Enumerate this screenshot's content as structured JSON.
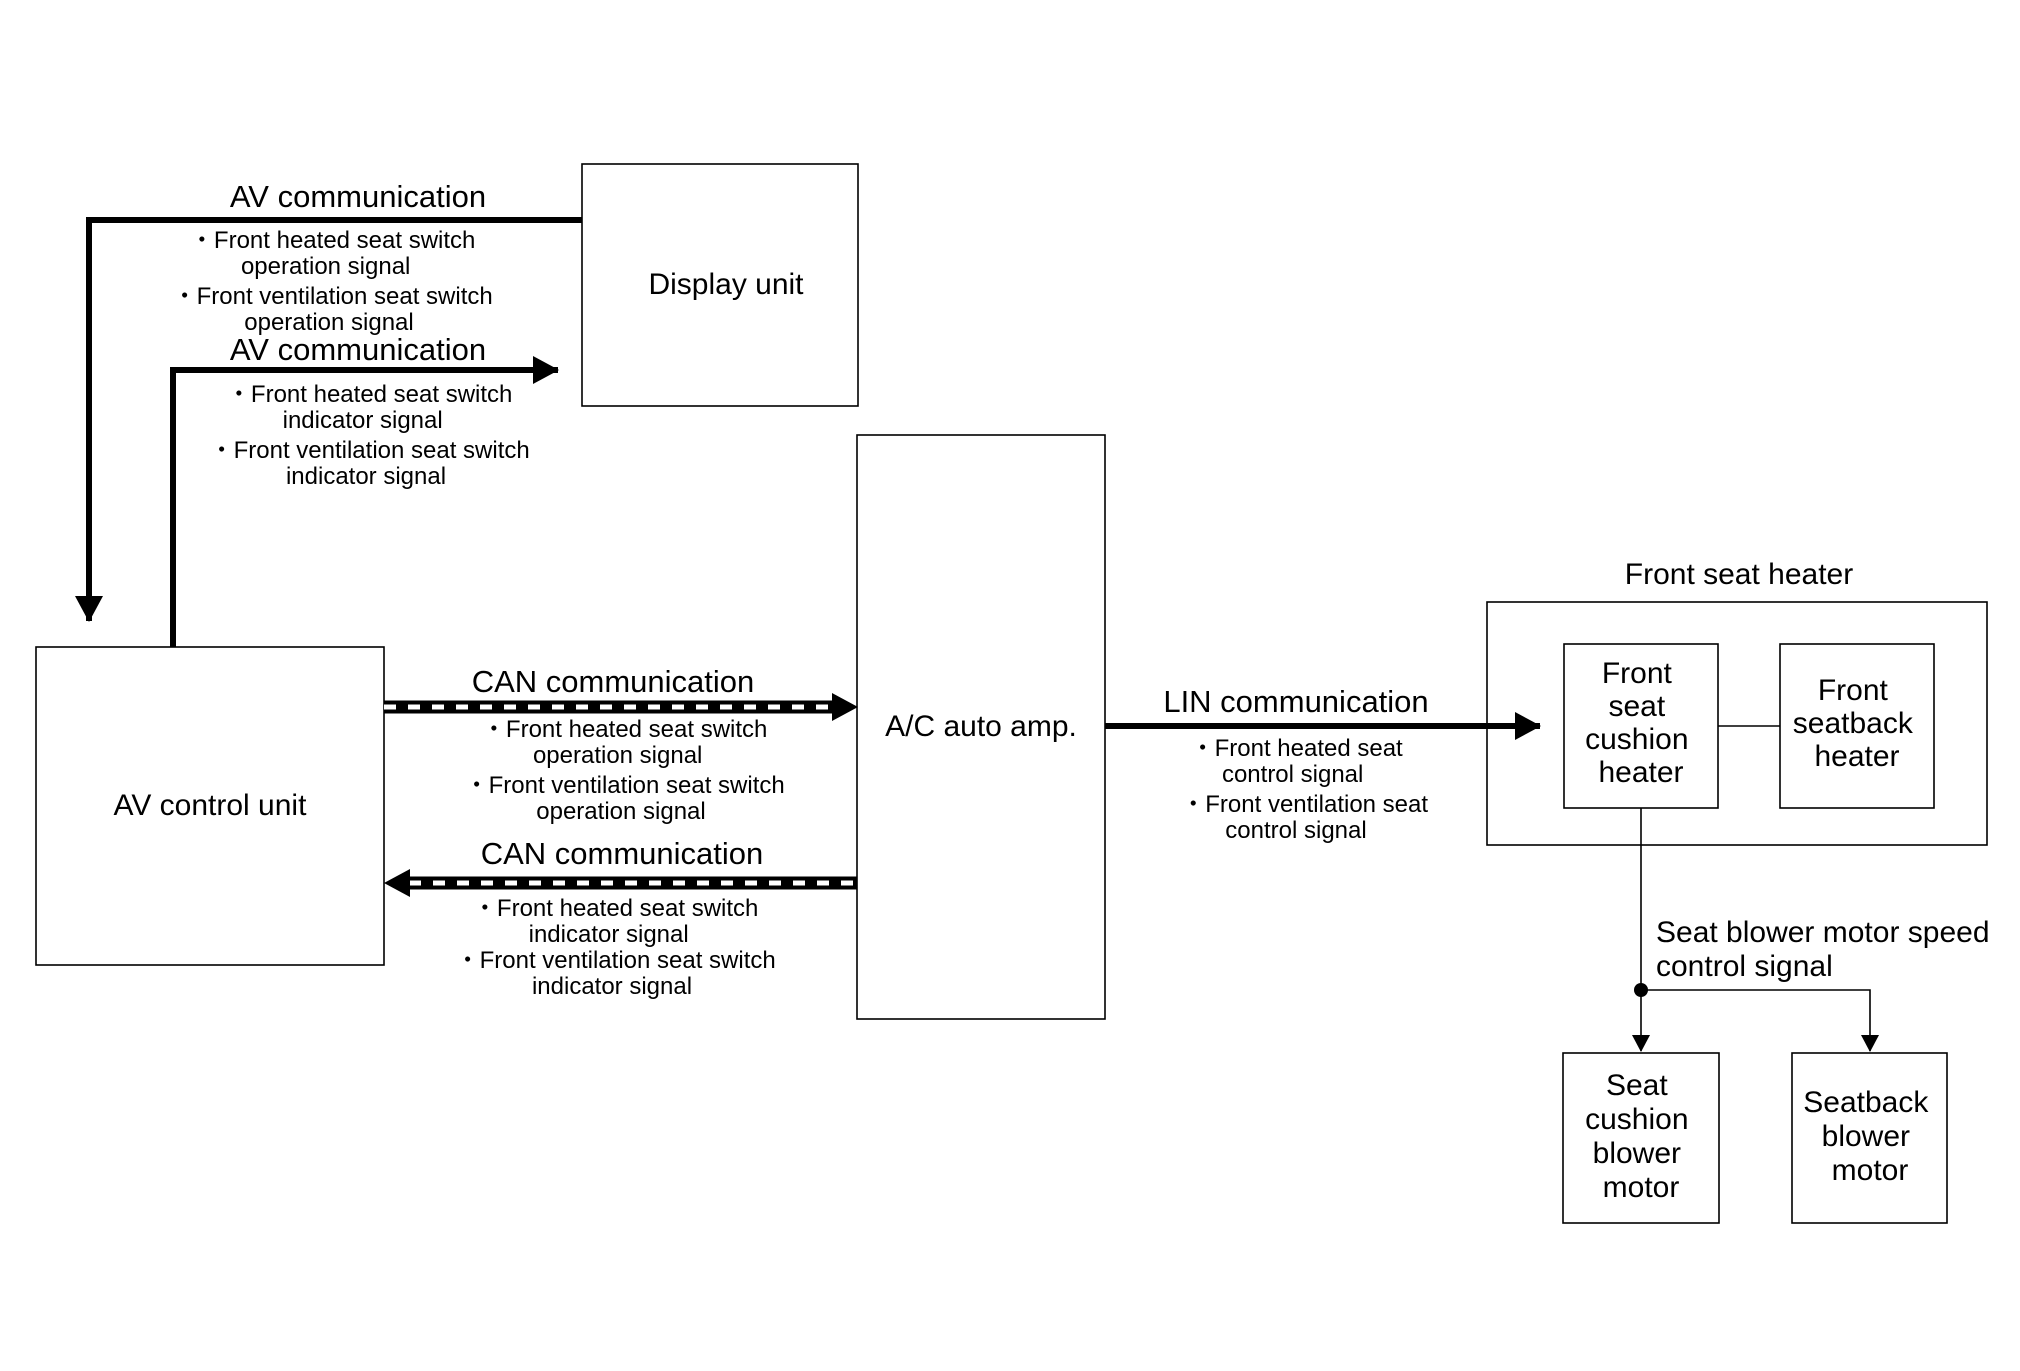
{
  "boxes": {
    "display_unit": "Display unit",
    "av_control_unit": "AV control unit",
    "ac_auto_amp": "A/C auto amp.",
    "front_seat_heater_group": "Front seat heater",
    "front_seat_cushion_heater": [
      "Front",
      "seat",
      "cushion",
      "heater"
    ],
    "front_seatback_heater": [
      "Front",
      "seatback",
      "heater"
    ],
    "seat_cushion_blower_motor": [
      "Seat",
      "cushion",
      "blower",
      "motor"
    ],
    "seatback_blower_motor": [
      "Seatback",
      "blower",
      "motor"
    ]
  },
  "connections": {
    "av_to_control": {
      "label": "AV communication",
      "signals": [
        "・Front heated seat switch",
        "operation signal",
        "・Front ventilation seat switch",
        "operation signal"
      ]
    },
    "av_to_display": {
      "label": "AV communication",
      "signals": [
        "・Front heated seat switch",
        "indicator signal",
        "・Front ventilation seat switch",
        "indicator signal"
      ]
    },
    "can_to_amp": {
      "label": "CAN communication",
      "signals": [
        "・Front heated seat switch",
        "operation signal",
        "・Front ventilation seat switch",
        "operation signal"
      ]
    },
    "can_to_control": {
      "label": "CAN communication",
      "signals": [
        "・Front heated seat switch",
        "indicator signal",
        "・Front ventilation seat switch",
        "indicator signal"
      ]
    },
    "lin_to_heater": {
      "label": "LIN communication",
      "signals": [
        "・Front heated seat",
        "control signal",
        "・Front ventilation seat",
        "control signal"
      ]
    },
    "blower_speed": {
      "label_lines": [
        "Seat blower motor speed",
        "control signal"
      ]
    }
  },
  "colors": {
    "line": "#000000",
    "background": "#ffffff"
  }
}
